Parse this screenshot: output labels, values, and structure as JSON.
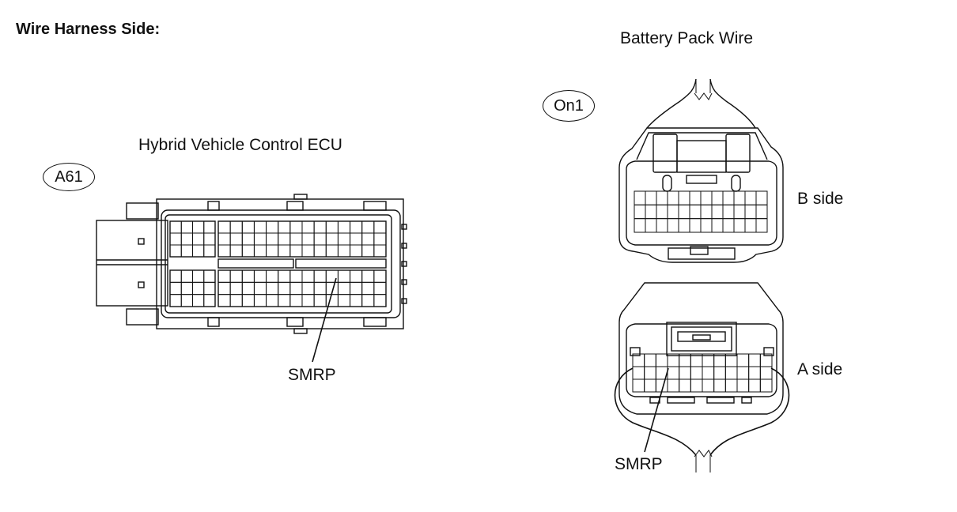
{
  "heading": "Wire Harness Side:",
  "ecu": {
    "title": "Hybrid Vehicle Control ECU",
    "connector_code": "A61",
    "pin_label": "SMRP"
  },
  "battery": {
    "title": "Battery Pack Wire",
    "connector_code": "On1",
    "side_b_label": "B side",
    "side_a_label": "A side",
    "pin_label": "SMRP"
  }
}
